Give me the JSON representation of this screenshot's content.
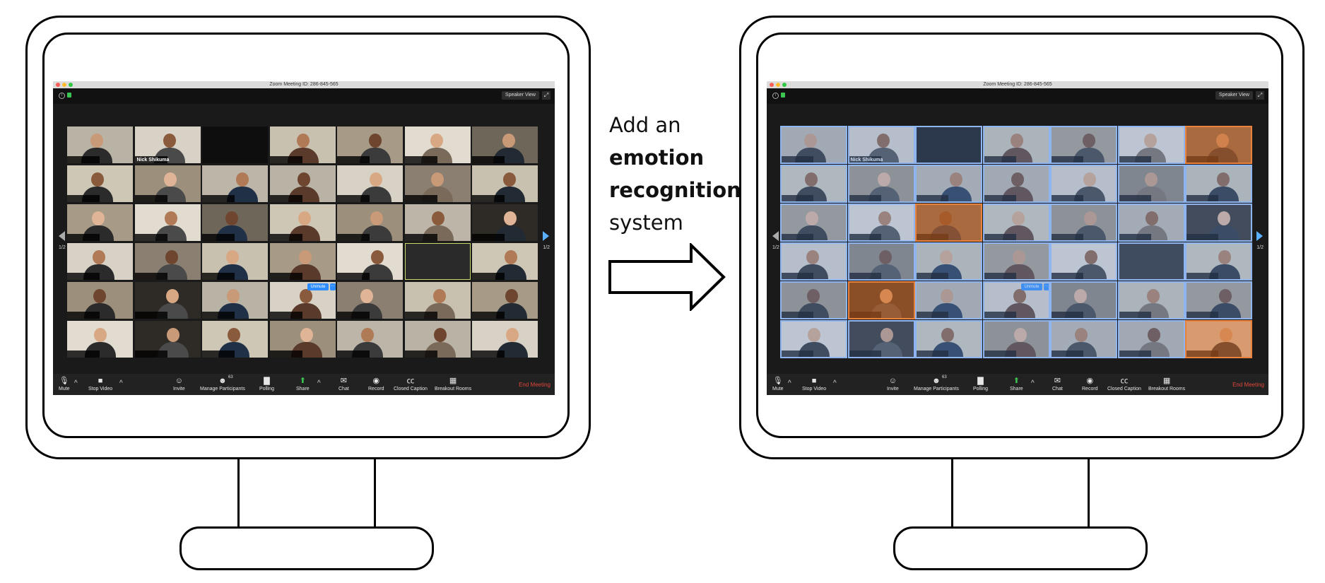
{
  "zoom": {
    "window_title": "Zoom Meeting ID: 286-845-565",
    "speaker_view_label": "Speaker View",
    "participant_name": "Nick Shikuma",
    "unmute_label": "Unmute",
    "more_label": "···",
    "page_indicator": "1/2",
    "participant_count": "63",
    "toolbar": {
      "mute": "Mute",
      "stop_video": "Stop Video",
      "invite": "Invite",
      "manage_participants": "Manage Participants",
      "polling": "Polling",
      "share": "Share",
      "chat": "Chat",
      "record": "Record",
      "closed_caption": "Closed Caption",
      "breakout_rooms": "Breakout Rooms",
      "end_meeting": "End Meeting"
    }
  },
  "caption": {
    "line1": "Add an",
    "line2": "emotion",
    "line3": "recognition",
    "line4": "system"
  },
  "colors": {
    "neutral_box": "#8fb5f0",
    "flagged_box": "#e8823c",
    "end_meeting": "#e0463a",
    "unmute": "#2d8cff"
  },
  "icons": {
    "mute": "microphone-icon",
    "video": "video-camera-icon",
    "invite": "add-person-icon",
    "participants": "people-icon",
    "polling": "bar-chart-icon",
    "share": "share-screen-icon",
    "chat": "chat-bubble-icon",
    "record": "record-icon",
    "cc": "cc-icon",
    "breakout": "grid-icon"
  }
}
